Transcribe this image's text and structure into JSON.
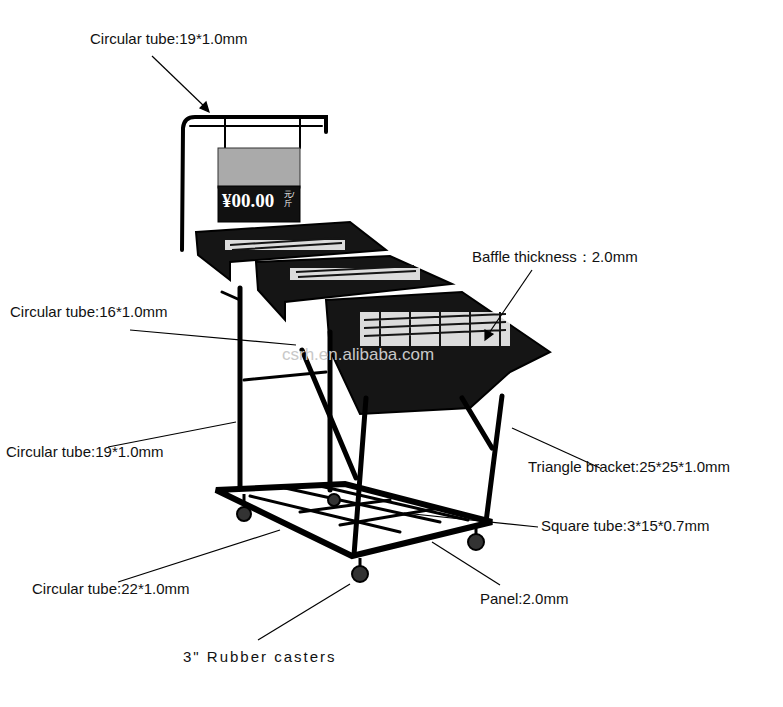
{
  "diagram": {
    "labels": [
      "Circular tube:19*1.0mm",
      "¥00.00",
      "元/斤",
      "Baffle thickness：2.0mm",
      "Circular tube:16*1.0mm",
      "csrh.en.alibaba.com",
      "Circular tube:19*1.0mm",
      "Triangle bracket:25*25*1.0mm",
      "Square tube:3*15*0.7mm",
      "Circular tube:22*1.0mm",
      "Panel:2.0mm",
      "3\" Rubber casters"
    ]
  }
}
